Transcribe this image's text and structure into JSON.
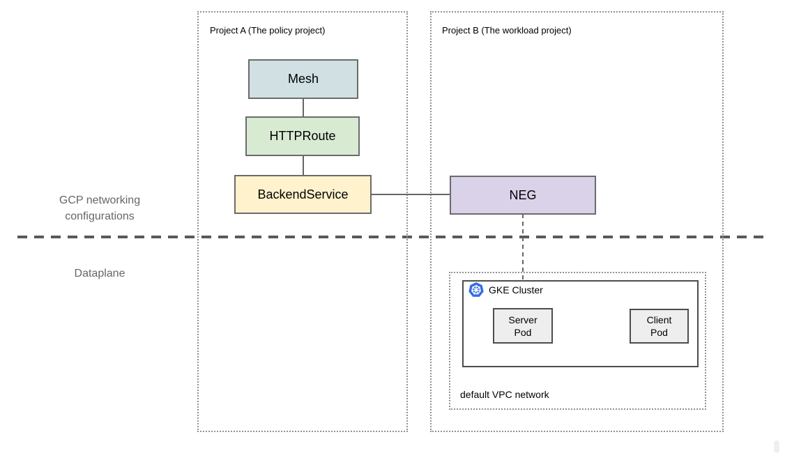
{
  "annotations": {
    "config_layer_label": "GCP networking configurations",
    "dataplane_label": "Dataplane"
  },
  "projects": {
    "a": {
      "label": "Project A (The policy project)"
    },
    "b": {
      "label": "Project B (The workload project)"
    }
  },
  "nodes": {
    "mesh": {
      "label": "Mesh",
      "fill": "#d0e0e3"
    },
    "httproute": {
      "label": "HTTPRoute",
      "fill": "#d9ead3"
    },
    "backend_service": {
      "label": "BackendService",
      "fill": "#fff2cc"
    },
    "neg": {
      "label": "NEG",
      "fill": "#d9d2e9"
    },
    "gke_cluster": {
      "label": "GKE Cluster",
      "fill": "#ffffff"
    },
    "server_pod": {
      "label": "Server Pod",
      "fill": "#eeeeee"
    },
    "client_pod": {
      "label": "Client Pod",
      "fill": "#eeeeee"
    }
  },
  "network": {
    "vpc_label": "default VPC network"
  },
  "icons": {
    "kubernetes": {
      "name": "kubernetes-helm-icon",
      "color": "#326ce5"
    }
  },
  "colors": {
    "connector": "#666666",
    "separator_dash": "#595959",
    "dotted_frame_border": "#909090",
    "node_border": "#6b6b6b",
    "cluster_border": "#4d4d4d",
    "muted_text": "#666666",
    "text": "#000000"
  }
}
